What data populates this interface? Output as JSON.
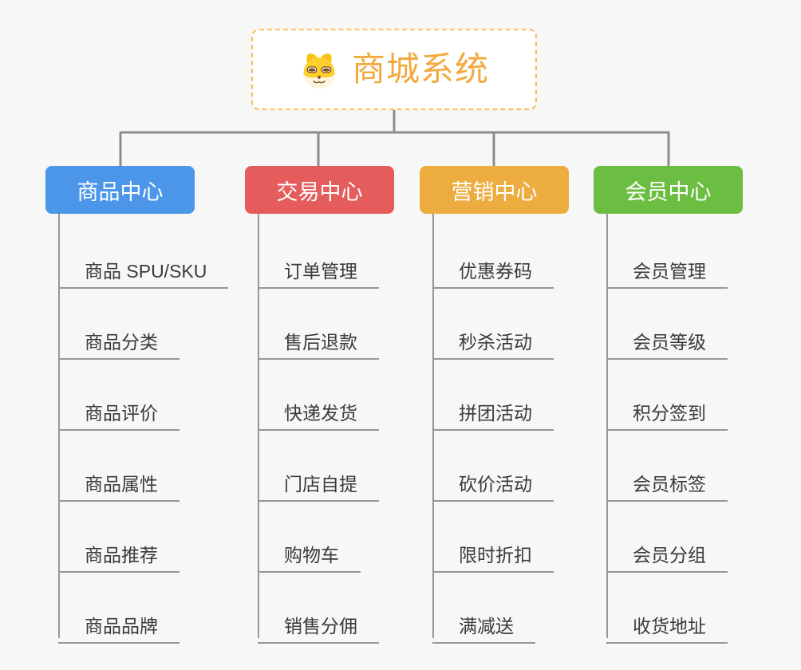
{
  "root": {
    "title": "商城系统",
    "icon": "dog-face-icon",
    "title_color": "#f2a93e",
    "border_color": "#f6c05c"
  },
  "connectors": {
    "color": "#8c8c8c"
  },
  "theme": {
    "page_background": "#f7f7f7",
    "leaf_text_color": "#3a3a3a",
    "leaf_line_color": "#979797"
  },
  "branches": [
    {
      "label": "商品中心",
      "color": "#4b96e9",
      "items": [
        "商品 SPU/SKU",
        "商品分类",
        "商品评价",
        "商品属性",
        "商品推荐",
        "商品品牌"
      ]
    },
    {
      "label": "交易中心",
      "color": "#e55c5c",
      "items": [
        "订单管理",
        "售后退款",
        "快递发货",
        "门店自提",
        "购物车",
        "销售分佣"
      ]
    },
    {
      "label": "营销中心",
      "color": "#edac3f",
      "items": [
        "优惠券码",
        "秒杀活动",
        "拼团活动",
        "砍价活动",
        "限时折扣",
        "满减送"
      ]
    },
    {
      "label": "会员中心",
      "color": "#6cbe42",
      "items": [
        "会员管理",
        "会员等级",
        "积分签到",
        "会员标签",
        "会员分组",
        "收货地址"
      ]
    }
  ]
}
